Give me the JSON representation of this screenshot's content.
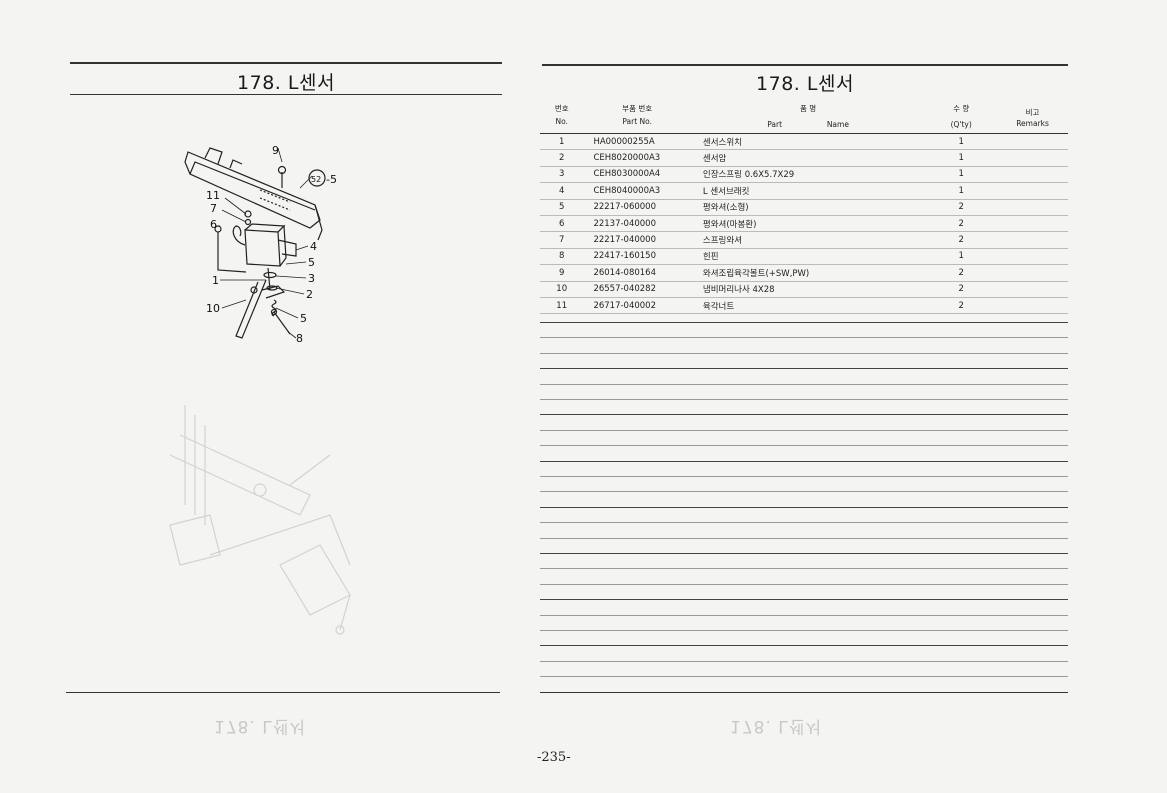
{
  "left_page": {
    "title": "178. L센서",
    "callouts": [
      "9",
      "52",
      "-5",
      "11",
      "7",
      "6",
      "4",
      "5",
      "3",
      "1",
      "2",
      "10",
      "5",
      "8"
    ],
    "mirrored_footer": "178. L센서"
  },
  "right_page": {
    "title": "178. L센서",
    "table": {
      "headers": {
        "no_ko": "번호",
        "no_en": "No.",
        "part_ko": "부품 번호",
        "part_en": "Part  No.",
        "name_ko": "품          명",
        "name_en_1": "Part",
        "name_en_2": "Name",
        "qty_ko": "수  량",
        "qty_en": "(Q'ty)",
        "remarks_ko": "비고",
        "remarks_en": "Remarks"
      },
      "rows": [
        {
          "no": "1",
          "part": "HA00000255A",
          "name": "센서스위치",
          "qty": "1"
        },
        {
          "no": "2",
          "part": "CEH8020000A3",
          "name": "센서암",
          "qty": "1"
        },
        {
          "no": "3",
          "part": "CEH8030000A4",
          "name": "인장스프링 0.6X5.7X29",
          "qty": "1"
        },
        {
          "no": "4",
          "part": "CEH8040000A3",
          "name": "L 센서브래킷",
          "qty": "1"
        },
        {
          "no": "5",
          "part": "22217-060000",
          "name": "평와셔(소형)",
          "qty": "2"
        },
        {
          "no": "6",
          "part": "22137-040000",
          "name": "평와셔(마봉환)",
          "qty": "2"
        },
        {
          "no": "7",
          "part": "22217-040000",
          "name": "스프링와셔",
          "qty": "2"
        },
        {
          "no": "8",
          "part": "22417-160150",
          "name": "힌핀",
          "qty": "1"
        },
        {
          "no": "9",
          "part": "26014-080164",
          "name": "와셔조립육각볼트(+SW,PW)",
          "qty": "2"
        },
        {
          "no": "10",
          "part": "26557-040282",
          "name": "냄비머리나사 4X28",
          "qty": "2"
        },
        {
          "no": "11",
          "part": "26717-040002",
          "name": "육각너트",
          "qty": "2"
        }
      ]
    },
    "mirrored_footer": "178. L센서",
    "page_number": "-235-"
  }
}
